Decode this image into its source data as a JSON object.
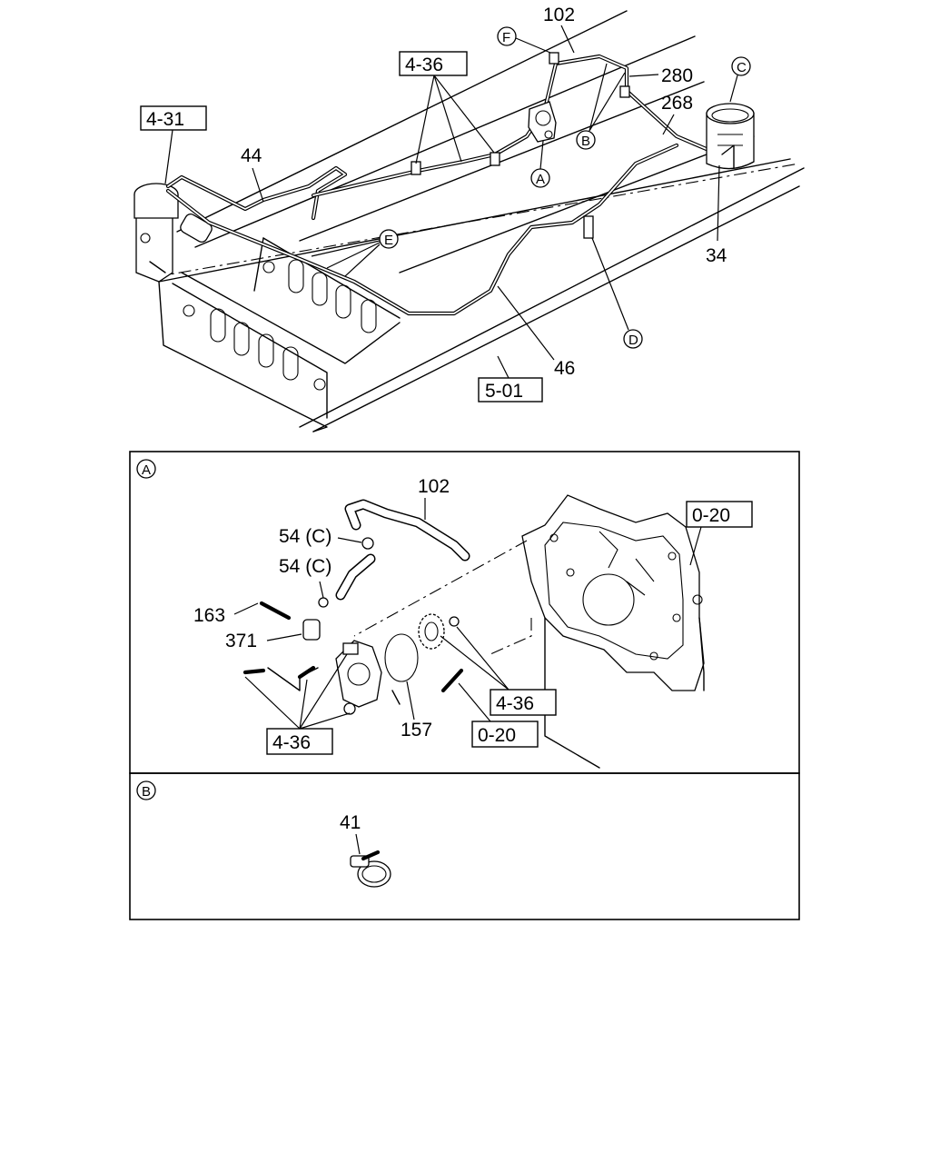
{
  "upper_view": {
    "part_labels": {
      "p102": "102",
      "p280": "280",
      "p268": "268",
      "p44": "44",
      "p34": "34",
      "p46": "46"
    },
    "ref_boxes": {
      "r4_36": "4-36",
      "r4_31": "4-31",
      "r5_01": "5-01"
    },
    "callouts": {
      "F": "F",
      "C": "C",
      "B": "B",
      "A": "A",
      "E": "E",
      "D": "D"
    }
  },
  "detail_a": {
    "marker": "A",
    "part_labels": {
      "p102": "102",
      "p54a": "54 (C)",
      "p54b": "54 (C)",
      "p163": "163",
      "p371": "371",
      "p157": "157"
    },
    "ref_boxes": {
      "r0_20_top": "0-20",
      "r4_36_right": "4-36",
      "r0_20_bottom": "0-20",
      "r4_36_left": "4-36"
    }
  },
  "detail_b": {
    "marker": "B",
    "part_labels": {
      "p41": "41"
    }
  }
}
